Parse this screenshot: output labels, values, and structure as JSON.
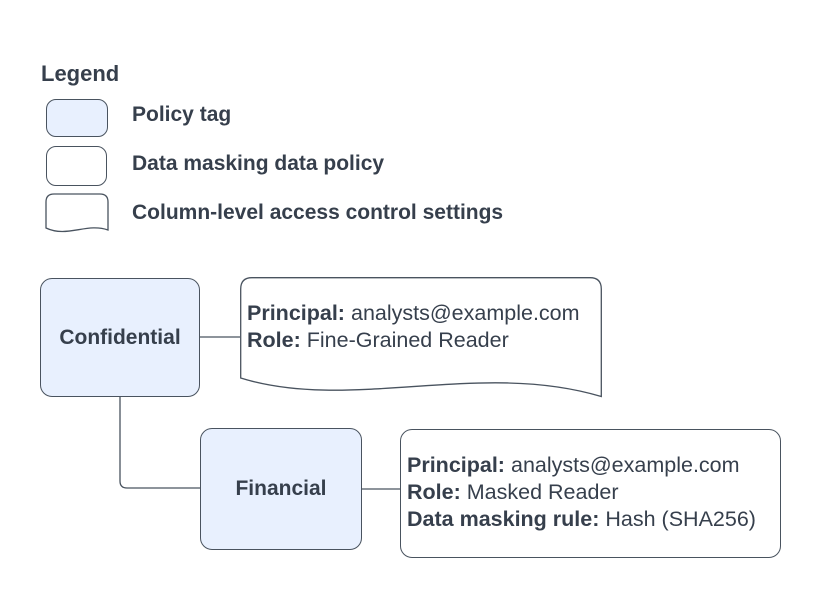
{
  "colors": {
    "policy_tag_fill": "#e8f0fe",
    "shape_fill": "#ffffff",
    "stroke": "#49535f",
    "text": "#363f4c"
  },
  "legend": {
    "title": "Legend",
    "items": [
      {
        "id": "policy-tag",
        "label": "Policy tag"
      },
      {
        "id": "data-masking-data-policy",
        "label": "Data masking data policy"
      },
      {
        "id": "column-level-access-control-settings",
        "label": "Column-level access control settings"
      }
    ]
  },
  "diagram": {
    "nodes": {
      "confidential": {
        "type": "policy-tag",
        "label": "Confidential"
      },
      "financial": {
        "type": "policy-tag",
        "label": "Financial"
      },
      "access_control_settings": {
        "type": "column-level-access-control-settings",
        "lines": [
          {
            "label": "Principal:",
            "value": "analysts@example.com"
          },
          {
            "label": "Role:",
            "value": "Fine-Grained Reader"
          }
        ]
      },
      "data_masking_policy": {
        "type": "data-masking-data-policy",
        "lines": [
          {
            "label": "Principal:",
            "value": "analysts@example.com"
          },
          {
            "label": "Role:",
            "value": "Masked Reader"
          },
          {
            "label": "Data masking rule:",
            "value": "Hash (SHA256)"
          }
        ]
      }
    },
    "edges": [
      {
        "from": "confidential",
        "to": "access_control_settings"
      },
      {
        "from": "confidential",
        "to": "financial"
      },
      {
        "from": "financial",
        "to": "data_masking_policy"
      }
    ]
  }
}
